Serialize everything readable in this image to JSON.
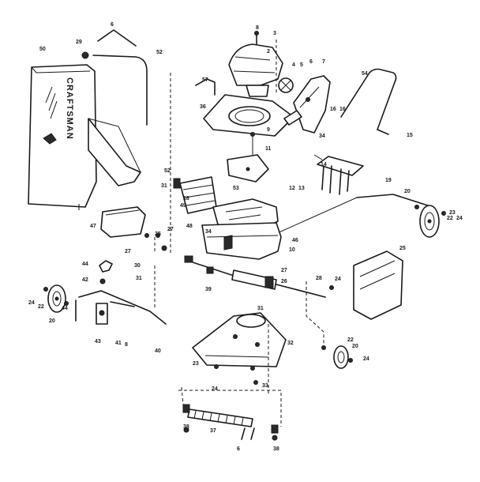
{
  "diagram": {
    "brand_text": "CRAFTSMAN",
    "callouts": [
      {
        "id": "c1",
        "text": "6"
      },
      {
        "id": "c2",
        "text": "29"
      },
      {
        "id": "c3",
        "text": "50"
      },
      {
        "id": "c4",
        "text": "52"
      },
      {
        "id": "c5",
        "text": "8"
      },
      {
        "id": "c6",
        "text": "3"
      },
      {
        "id": "c7",
        "text": "2"
      },
      {
        "id": "c8",
        "text": "4"
      },
      {
        "id": "c9",
        "text": "5"
      },
      {
        "id": "c10",
        "text": "6"
      },
      {
        "id": "c11",
        "text": "7"
      },
      {
        "id": "c12",
        "text": "57"
      },
      {
        "id": "c13",
        "text": "36"
      },
      {
        "id": "c14",
        "text": "16"
      },
      {
        "id": "c15",
        "text": "16"
      },
      {
        "id": "c16",
        "text": "54"
      },
      {
        "id": "c17",
        "text": "34"
      },
      {
        "id": "c18",
        "text": "15"
      },
      {
        "id": "c19",
        "text": "9"
      },
      {
        "id": "c20",
        "text": "11"
      },
      {
        "id": "c21",
        "text": "52"
      },
      {
        "id": "c22",
        "text": "31"
      },
      {
        "id": "c23",
        "text": "14"
      },
      {
        "id": "c24",
        "text": "12"
      },
      {
        "id": "c25",
        "text": "13"
      },
      {
        "id": "c26",
        "text": "53"
      },
      {
        "id": "c27",
        "text": "49"
      },
      {
        "id": "c28",
        "text": "18"
      },
      {
        "id": "c29",
        "text": "19"
      },
      {
        "id": "c30",
        "text": "20"
      },
      {
        "id": "c31",
        "text": "23"
      },
      {
        "id": "c32",
        "text": "22"
      },
      {
        "id": "c33",
        "text": "24"
      },
      {
        "id": "c34",
        "text": "47"
      },
      {
        "id": "c35",
        "text": "48"
      },
      {
        "id": "c36",
        "text": "46"
      },
      {
        "id": "c37",
        "text": "34"
      },
      {
        "id": "c38",
        "text": "10"
      },
      {
        "id": "c39",
        "text": "27"
      },
      {
        "id": "c40",
        "text": "25"
      },
      {
        "id": "c41",
        "text": "27"
      },
      {
        "id": "c42",
        "text": "30"
      },
      {
        "id": "c43",
        "text": "31"
      },
      {
        "id": "c44",
        "text": "39"
      },
      {
        "id": "c45",
        "text": "28"
      },
      {
        "id": "c46",
        "text": "27"
      },
      {
        "id": "c47",
        "text": "26"
      },
      {
        "id": "c48",
        "text": "25"
      },
      {
        "id": "c49",
        "text": "24"
      },
      {
        "id": "c50",
        "text": "44"
      },
      {
        "id": "c51",
        "text": "42"
      },
      {
        "id": "c52",
        "text": "24"
      },
      {
        "id": "c53",
        "text": "22"
      },
      {
        "id": "c54",
        "text": "20"
      },
      {
        "id": "c55",
        "text": "44"
      },
      {
        "id": "c56",
        "text": "43"
      },
      {
        "id": "c57",
        "text": "41"
      },
      {
        "id": "c58",
        "text": "8"
      },
      {
        "id": "c59",
        "text": "40"
      },
      {
        "id": "c60",
        "text": "31"
      },
      {
        "id": "c61",
        "text": "32"
      },
      {
        "id": "c62",
        "text": "22"
      },
      {
        "id": "c63",
        "text": "20"
      },
      {
        "id": "c64",
        "text": "24"
      },
      {
        "id": "c65",
        "text": "23"
      },
      {
        "id": "c66",
        "text": "33"
      },
      {
        "id": "c67",
        "text": "24"
      },
      {
        "id": "c68",
        "text": "38"
      },
      {
        "id": "c69",
        "text": "37"
      },
      {
        "id": "c70",
        "text": "6"
      },
      {
        "id": "c71",
        "text": "38"
      }
    ]
  }
}
